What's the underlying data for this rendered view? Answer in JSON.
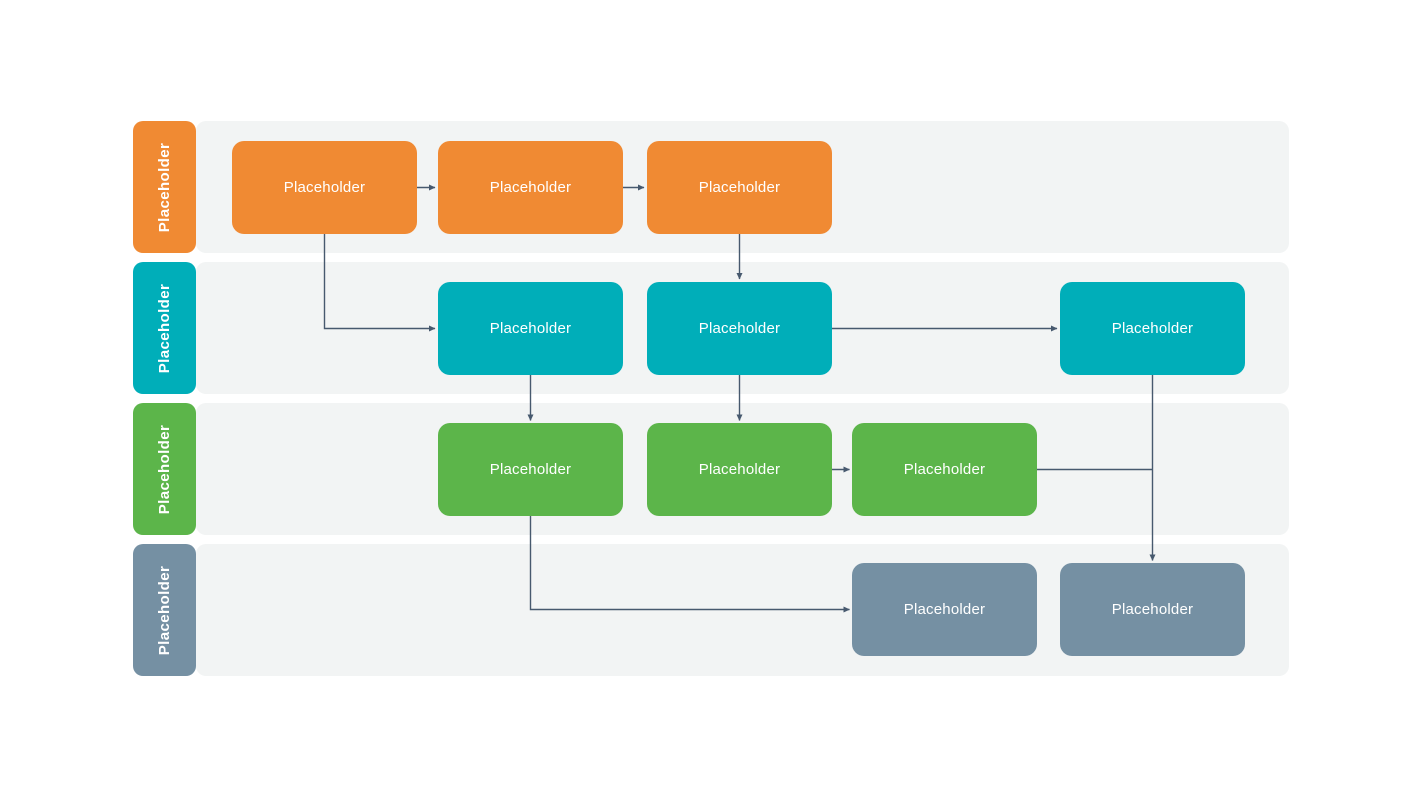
{
  "diagram": {
    "type": "swimlane-flowchart",
    "background": "#FFFFFF",
    "lane_background": "#F2F4F4",
    "connector_color": "#47596E",
    "node_text_color": "#FFFFFF",
    "lanes": [
      {
        "label": "Placeholder",
        "color": "#F08A33"
      },
      {
        "label": "Placeholder",
        "color": "#00AEB9"
      },
      {
        "label": "Placeholder",
        "color": "#5CB54A"
      },
      {
        "label": "Placeholder",
        "color": "#7590A3"
      }
    ],
    "nodes": [
      {
        "lane": 0,
        "col": 0,
        "label": "Placeholder",
        "color": "#F08A33"
      },
      {
        "lane": 0,
        "col": 1,
        "label": "Placeholder",
        "color": "#F08A33"
      },
      {
        "lane": 0,
        "col": 2,
        "label": "Placeholder",
        "color": "#F08A33"
      },
      {
        "lane": 1,
        "col": 1,
        "label": "Placeholder",
        "color": "#00AEB9"
      },
      {
        "lane": 1,
        "col": 2,
        "label": "Placeholder",
        "color": "#00AEB9"
      },
      {
        "lane": 1,
        "col": 4,
        "label": "Placeholder",
        "color": "#00AEB9"
      },
      {
        "lane": 2,
        "col": 1,
        "label": "Placeholder",
        "color": "#5CB54A"
      },
      {
        "lane": 2,
        "col": 2,
        "label": "Placeholder",
        "color": "#5CB54A"
      },
      {
        "lane": 2,
        "col": 3,
        "label": "Placeholder",
        "color": "#5CB54A"
      },
      {
        "lane": 3,
        "col": 3,
        "label": "Placeholder",
        "color": "#7590A3"
      },
      {
        "lane": 3,
        "col": 4,
        "label": "Placeholder",
        "color": "#7590A3"
      }
    ],
    "connections": [
      "lane1-box1 -> lane1-box2",
      "lane1-box2 -> lane1-box3",
      "lane1-box1 -> lane2-box1",
      "lane1-box3 -> lane2-box2",
      "lane2-box1 -> lane3-box1",
      "lane2-box2 -> lane3-box2",
      "lane2-box2 -> lane2-box3",
      "lane2-box3 -> lane4-box2",
      "lane3-box2 -> lane3-box3",
      "lane3-box3 -> lane4-box2",
      "lane3-box1 -> lane4-box1"
    ]
  }
}
